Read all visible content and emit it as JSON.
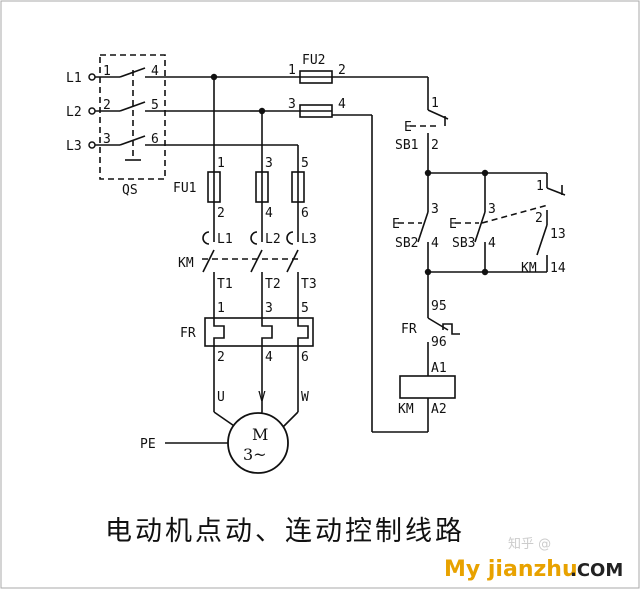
{
  "title": "电动机点动、连动控制线路",
  "watermark": {
    "brand": "My jianzhu",
    "suffix": ".COM",
    "faint": "知乎 @"
  },
  "colors": {
    "line": "#111111",
    "brand": "#e8a200",
    "frame": "#aaaaaa"
  },
  "labels": {
    "L1": "L1",
    "L2": "L2",
    "L3": "L3",
    "QS": "QS",
    "FU1": "FU1",
    "FU2": "FU2",
    "KM": "KM",
    "FR": "FR",
    "SB1": "SB1",
    "SB2": "SB2",
    "SB3": "SB3",
    "PE": "PE",
    "M": "M",
    "phase": "3~",
    "U": "U",
    "V": "V",
    "W": "W",
    "T1": "T1",
    "T2": "T2",
    "T3": "T3",
    "A1": "A1",
    "A2": "A2",
    "n1": "1",
    "n2": "2",
    "n3": "3",
    "n4": "4",
    "n5": "5",
    "n6": "6",
    "n13": "13",
    "n14": "14",
    "n95": "95",
    "n96": "96",
    "E": "E"
  }
}
